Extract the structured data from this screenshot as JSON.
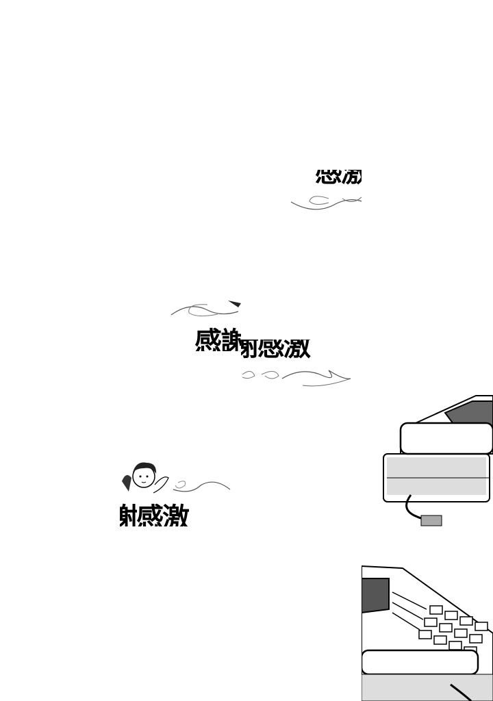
{
  "fragments": [
    {
      "text": "感激"
    },
    {
      "text": "感謝"
    },
    {
      "text": "謝感激"
    },
    {
      "text": "謝感激"
    }
  ],
  "colors": {
    "ink": "#000000",
    "paper": "#ffffff",
    "screentone": "#888888"
  }
}
